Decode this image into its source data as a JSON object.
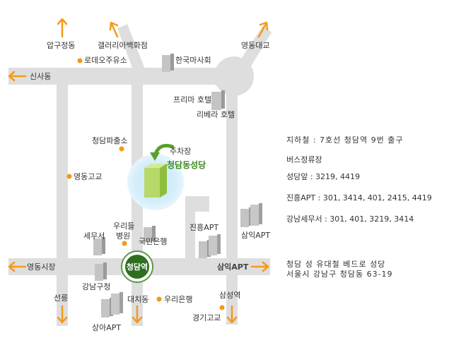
{
  "labels": {
    "apgujeong": "압구정동",
    "galleria": "갤러리아백화점",
    "rodeo": "로데오주유소",
    "hanguk_masahoe": "한국마사회",
    "yeongdong_bridge": "영동대교",
    "sinsa": "신사동",
    "prima": "프리마 호텔",
    "riviera": "리베라 호텔",
    "police": "청담파출소",
    "parking": "주차장",
    "church": "청담동성당",
    "yeongdong_high": "영동고교",
    "woori_hospital_1": "우리들",
    "woori_hospital_2": "병원",
    "tax_office": "세무서",
    "kookmin": "국민은행",
    "jinheung": "진흥APT",
    "samik_apt": "삼익APT",
    "yeongdong_market": "영동시장",
    "cheongdam_station": "청담역",
    "samik_road": "삼익APT",
    "gangnam_office": "강남구청",
    "seolleung": "선릉",
    "daechi": "대치동",
    "woori_bank": "우리은행",
    "samseong": "삼성역",
    "gyeonggi_high": "경기고교",
    "sangah": "상아APT"
  },
  "info": {
    "subway": "지하철 : 7호선 청담역 9번 출구",
    "bus_title": "버스정류장",
    "bus_1": "성당앞 : 3219, 4419",
    "bus_2": "진흥APT : 301, 3414, 401, 2415, 4419",
    "bus_3": "강남세무서 : 301, 401, 3219, 3414",
    "address_1": "청담 성 유대철 베드로 성당",
    "address_2": "서울시 강남구 청담동 63-19"
  },
  "colors": {
    "road": "#dedede",
    "arrow": "#f39a1c",
    "poi_dot": "#f29a18",
    "church_green": "#3a8a1e",
    "station_green": "#2d6e1f",
    "building": "#c8c8c8"
  }
}
